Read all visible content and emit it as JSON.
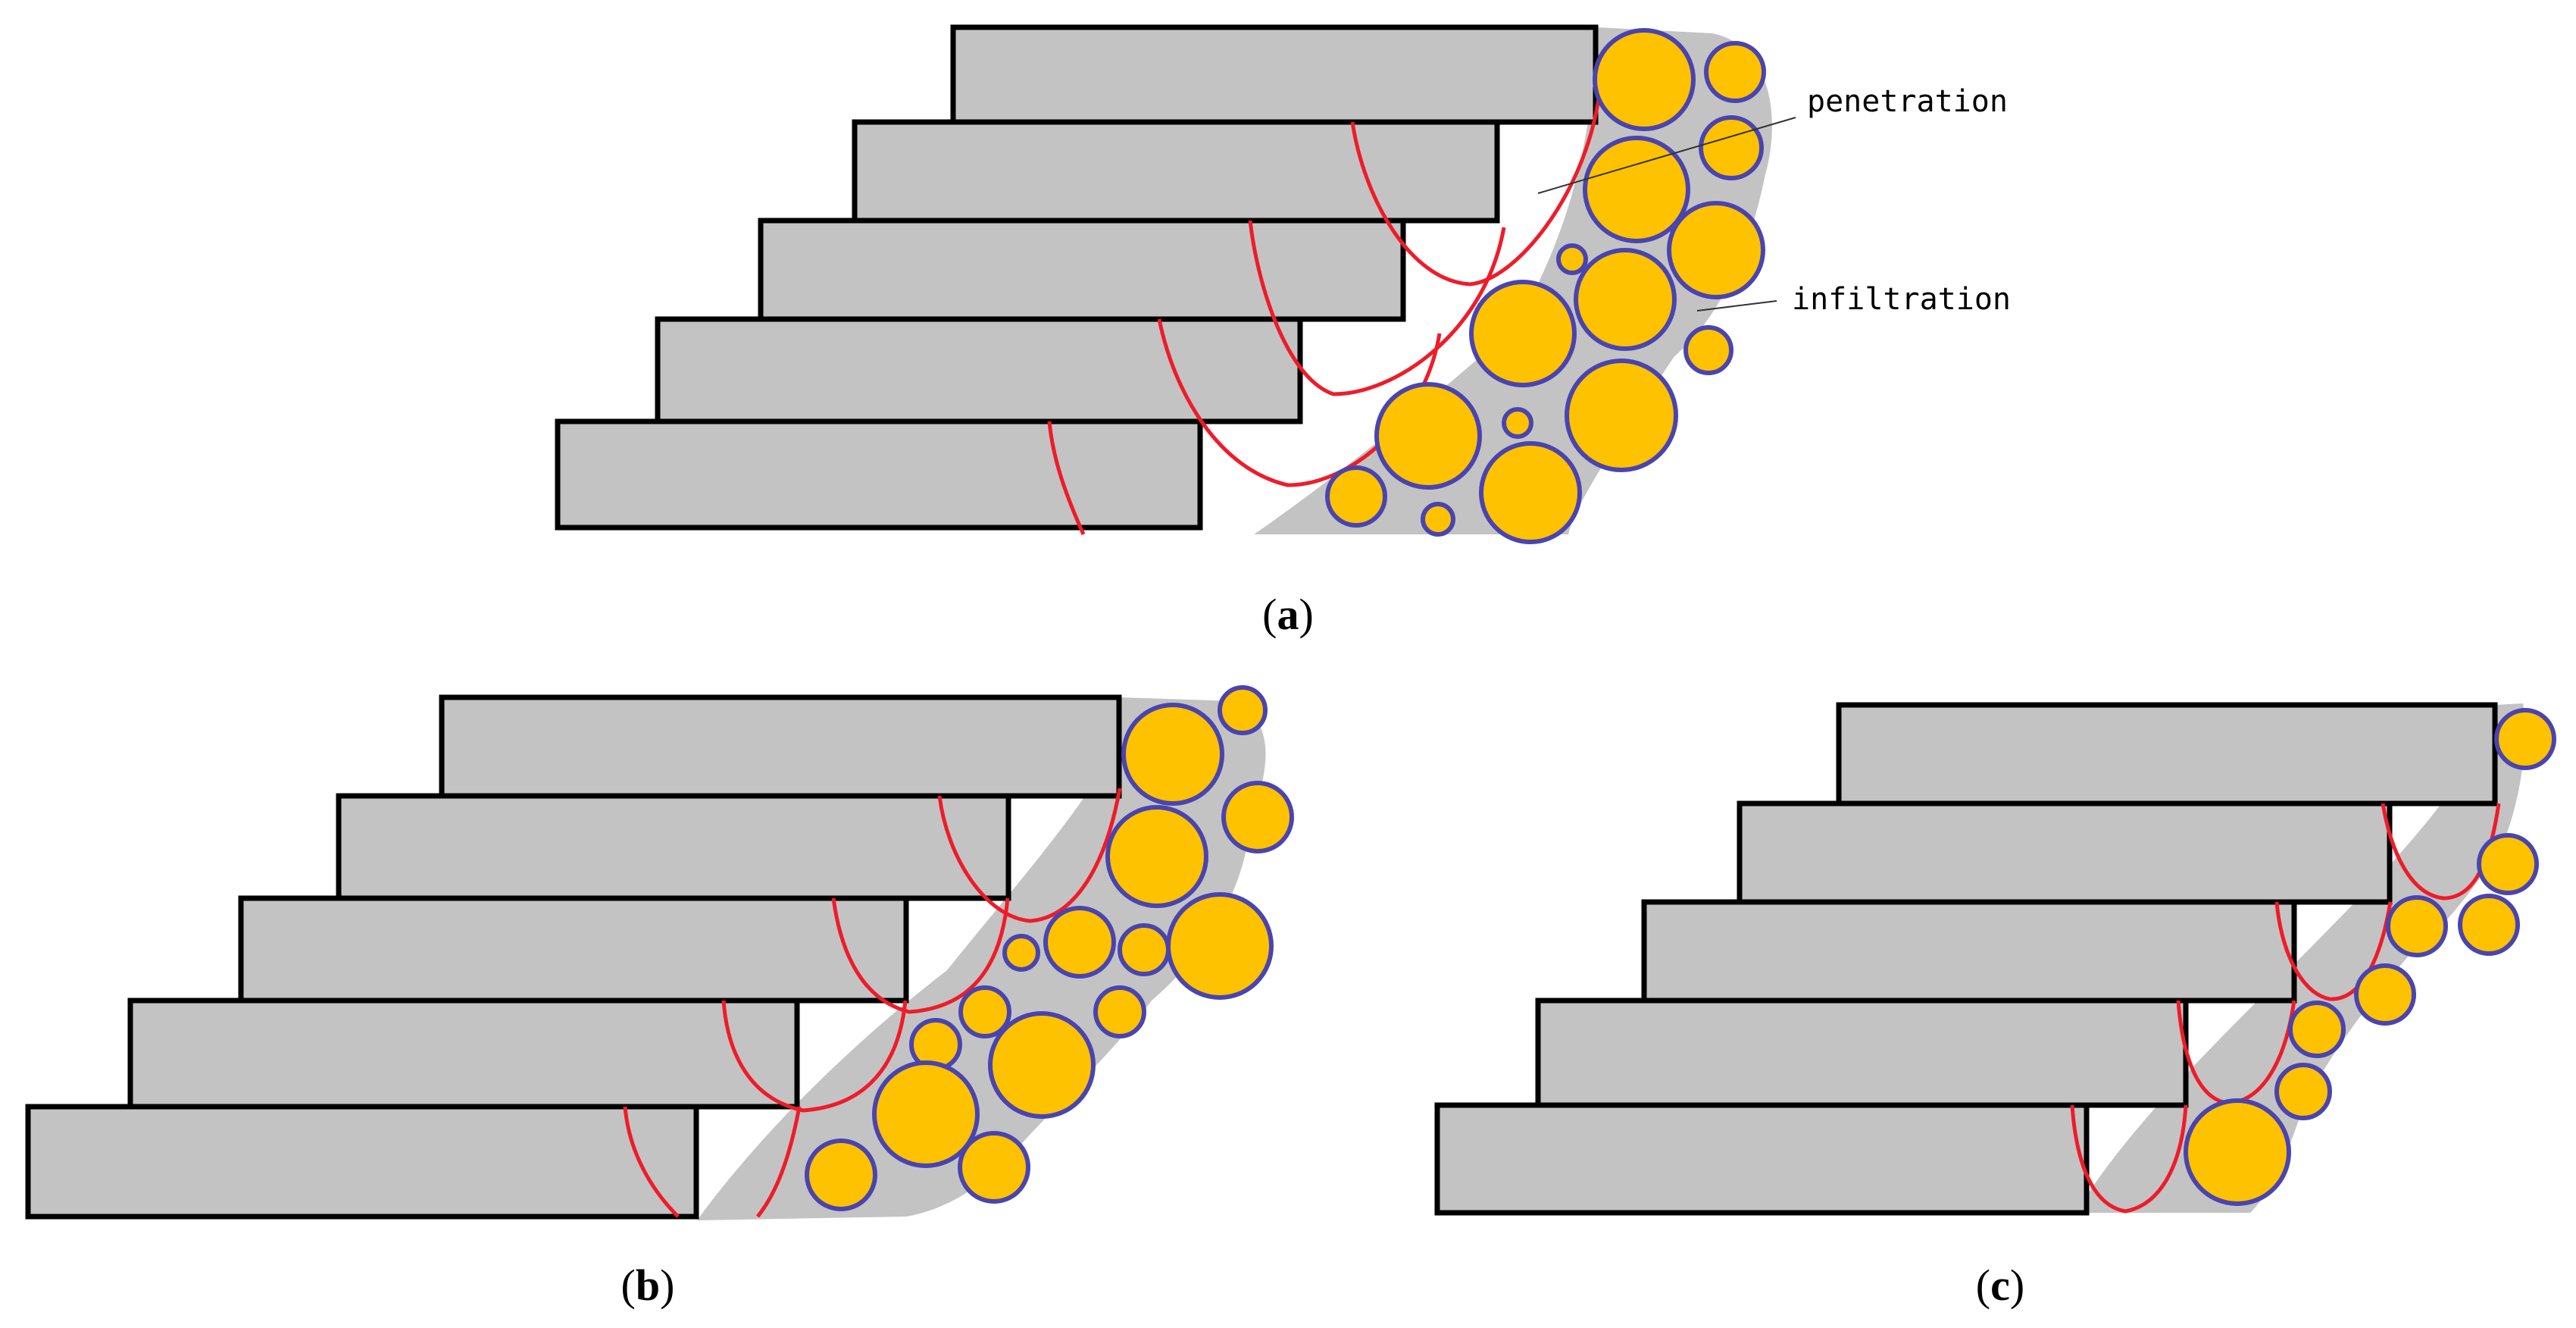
{
  "colors": {
    "block_fill": "#c3c3c3",
    "block_stroke": "#000000",
    "particle_fill": "#ffc200",
    "particle_stroke": "#4a44b0",
    "mortar_fill": "#c3c3c3",
    "arc_stroke": "#ee1c2a",
    "leader_stroke": "#333333",
    "text": "#000000"
  },
  "annotations": {
    "penetration": "penetration",
    "infiltration": "infiltration"
  },
  "captions": {
    "a": "a",
    "b": "b",
    "c": "c"
  }
}
